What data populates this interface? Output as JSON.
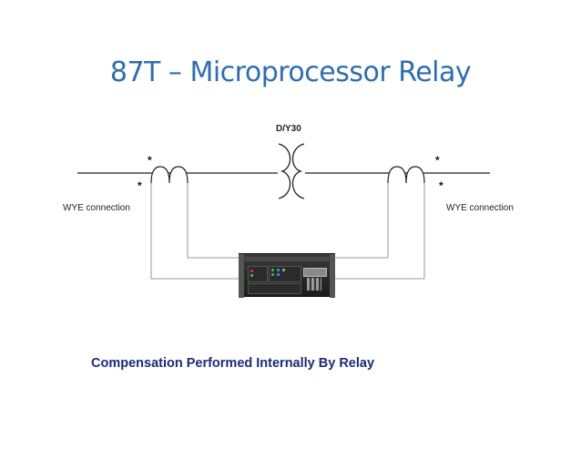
{
  "title": "87T – Microprocessor Relay",
  "diagram": {
    "transformer_label": "D/Y30",
    "left_ct_label": "WYE connection",
    "right_ct_label": "WYE connection",
    "polarity_mark": "*",
    "device_icon": "protective-relay-icon"
  },
  "caption": "Compensation Performed Internally By Relay",
  "colors": {
    "title": "#2e6db2",
    "caption": "#1b2a7a",
    "wire": "#999999",
    "line": "#222222"
  }
}
